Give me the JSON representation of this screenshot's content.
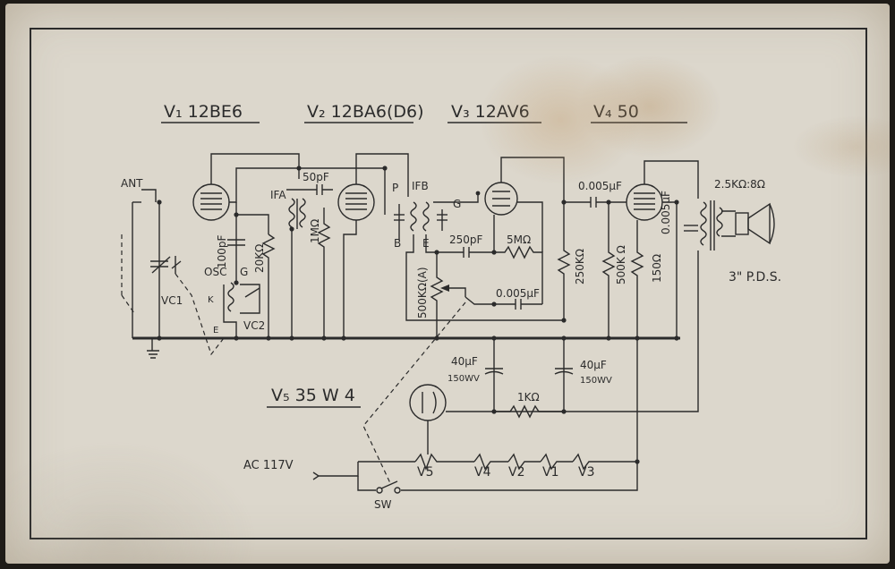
{
  "tube_titles": {
    "v1": "V₁ 12BE6",
    "v2": "V₂ 12BA6(D6)",
    "v3": "V₃ 12AV6",
    "v4": "V₄ 50",
    "v5": "V₅ 35 W 4"
  },
  "labels": {
    "ant": "ANT",
    "vc1": "VC1",
    "vc2": "VC2",
    "osc": "OSC",
    "g1": "G",
    "k": "K",
    "e1": "E",
    "c100pf": "100pF",
    "r20k": "20KΩ",
    "c50pf": "50pF",
    "ifa": "IFA",
    "r1m": "1MΩ",
    "p": "P",
    "b": "B",
    "ifb": "IFB",
    "g2": "G",
    "e2": "E",
    "c250pf": "250pF",
    "r5m": "5MΩ",
    "vol": "500KΩ(A)",
    "c005_1": "0.005μF",
    "r250k": "250KΩ",
    "c005_2": "0.005μF",
    "r500k": "500K Ω",
    "r150": "150Ω",
    "c005_3": "0.005μF",
    "xfmr": "2.5KΩ:8Ω",
    "speaker": "3\" P.D.S.",
    "cap1": "40μF",
    "cap1_v": "150WV",
    "cap2": "40μF",
    "cap2_v": "150WV",
    "r1k": "1KΩ",
    "ac": "AC 117V",
    "sw": "SW",
    "h_v5": "V5",
    "h_v4": "V4",
    "h_v2": "V2",
    "h_v1": "V1",
    "h_v3": "V3"
  }
}
